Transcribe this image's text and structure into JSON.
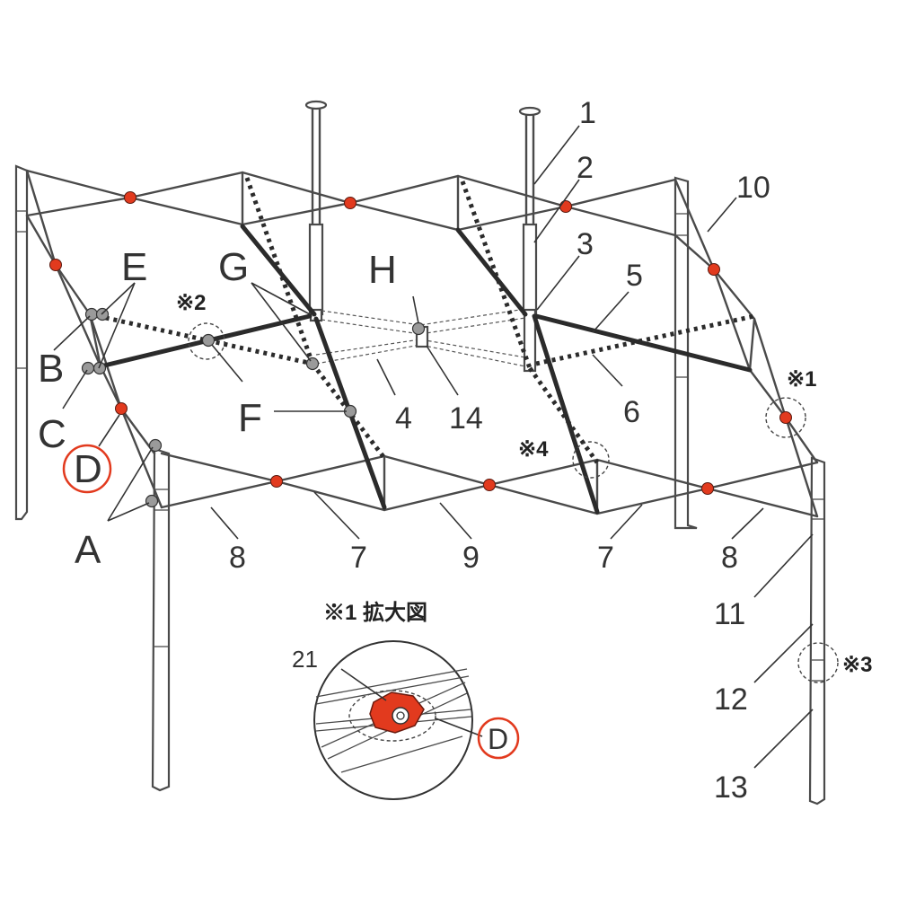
{
  "colors": {
    "frame": "#4a4a4a",
    "joint_red": "#e23a1e",
    "joint_gray": "#9a9a9a",
    "highlight_ring": "#e23a1e"
  },
  "part_numbers": [
    "1",
    "2",
    "3",
    "4",
    "5",
    "6",
    "7",
    "7",
    "8",
    "8",
    "9",
    "10",
    "11",
    "12",
    "13",
    "14",
    "21"
  ],
  "letters": {
    "A": "A",
    "B": "B",
    "C": "C",
    "D": "D",
    "E": "E",
    "F": "F",
    "G": "G",
    "H": "H",
    "D_inset": "D"
  },
  "notes": {
    "n1": "※1",
    "n2": "※2",
    "n3": "※3",
    "n4": "※4",
    "inset_title": "※1 拡大図"
  }
}
